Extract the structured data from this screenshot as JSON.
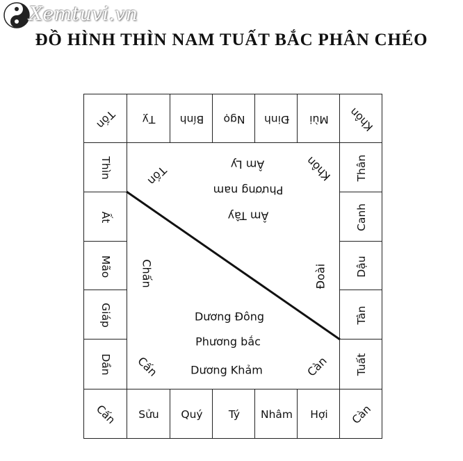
{
  "logo": {
    "text": "Xemtuvi.vn",
    "icon": "yin-yang-icon"
  },
  "title": "ĐỒ HÌNH THÌN NAM TUẤT BẮC PHÂN CHÉO",
  "border": {
    "top": [
      "Tốn",
      "Tỵ",
      "Bính",
      "Ngọ",
      "Đinh",
      "Mùi",
      "Khôn"
    ],
    "right": [
      "Thân",
      "Canh",
      "Dậu",
      "Tân",
      "Tuất"
    ],
    "bottom": [
      "Cấn",
      "Sửu",
      "Quý",
      "Tý",
      "Nhâm",
      "Hợi",
      "Càn"
    ],
    "left": [
      "Thìn",
      "Ất",
      "Mão",
      "Giáp",
      "Dần"
    ]
  },
  "inner": {
    "ton": "Tốn",
    "am_ly": "Âm    Ly",
    "khon": "Khôn",
    "phuong_nam": "Phương nam",
    "am_tay": "Âm Tây",
    "chan": "Chấn",
    "doai": "Đoài",
    "duong_dong": "Dương Đông",
    "phuong_bac": "Phương bắc",
    "duong_kham": "Dương   Khảm",
    "can_cap": "Cấn",
    "can_right": "Càn"
  }
}
